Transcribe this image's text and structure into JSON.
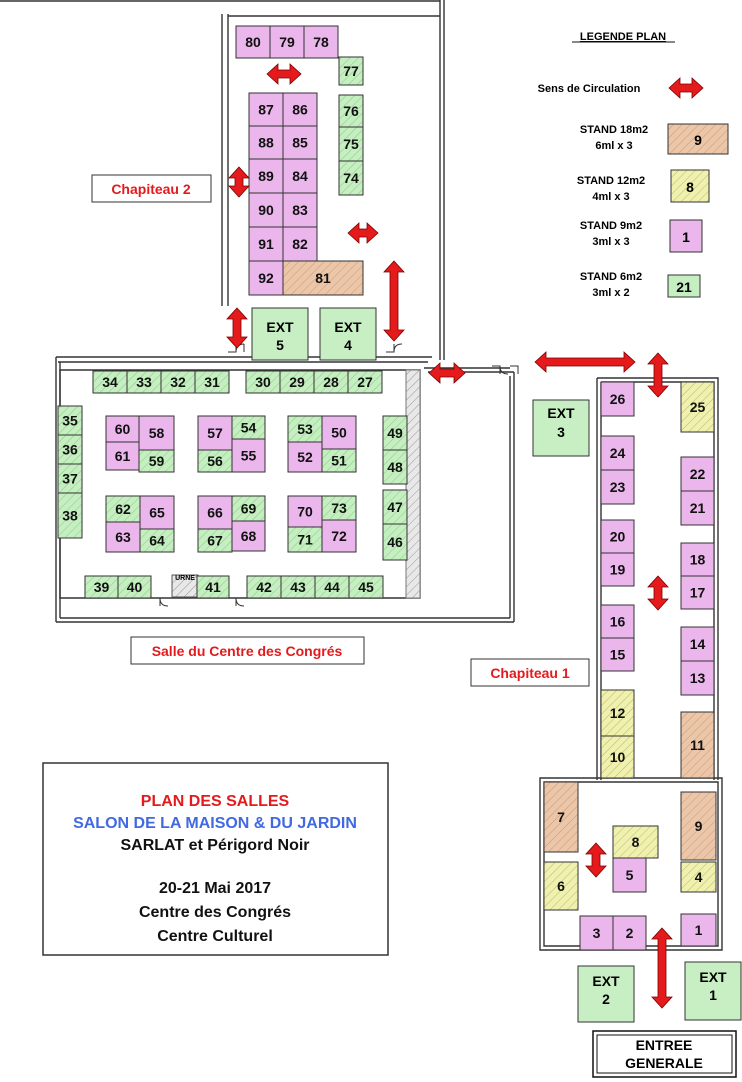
{
  "colors": {
    "stand_9m2": "#EBB6EC",
    "stand_6m2": "#C5EEC1",
    "stand_12m2": "#F1F1AF",
    "stand_18m2": "#EBC6A8",
    "ext": "#C8EFC3",
    "arrow": "#E41A1C",
    "hall_label_text": "#E41A1C",
    "title_red": "#E41A1C",
    "title_blue": "#4169E1"
  },
  "legend": {
    "heading": "LEGENDE PLAN",
    "circulation_label": "Sens de Circulation",
    "items": [
      {
        "line1": "STAND 18m2",
        "line2": "6ml x 3",
        "sample": "9",
        "type": "18m2"
      },
      {
        "line1": "STAND 12m2",
        "line2": "4ml x 3",
        "sample": "8",
        "type": "12m2"
      },
      {
        "line1": "STAND 9m2",
        "line2": "3ml x 3",
        "sample": "1",
        "type": "9m2"
      },
      {
        "line1": "STAND 6m2",
        "line2": "3ml x 2",
        "sample": "21",
        "type": "6m2"
      }
    ]
  },
  "halls": {
    "chapiteau2": "Chapiteau 2",
    "congres": "Salle du Centre des Congrés",
    "chapiteau1": "Chapiteau 1"
  },
  "urne": "URNE",
  "entrance": {
    "line1": "ENTREE",
    "line2": "GENERALE"
  },
  "title_box": {
    "line1": "PLAN DES SALLES",
    "line2": "SALON DE LA MAISON & DU JARDIN",
    "line3": "SARLAT et Périgord Noir",
    "line4": "20-21 Mai 2017",
    "line5": "Centre des Congrés",
    "line6": "Centre Culturel"
  },
  "exterior_stands": [
    {
      "id": "ext5",
      "line1": "EXT",
      "line2": "5"
    },
    {
      "id": "ext4",
      "line1": "EXT",
      "line2": "4"
    },
    {
      "id": "ext3",
      "line1": "EXT",
      "line2": "3"
    },
    {
      "id": "ext2",
      "line1": "EXT",
      "line2": "2"
    },
    {
      "id": "ext1",
      "line1": "EXT",
      "line2": "1"
    }
  ],
  "stands": [
    {
      "num": "80",
      "type": "9m2"
    },
    {
      "num": "79",
      "type": "9m2"
    },
    {
      "num": "78",
      "type": "9m2"
    },
    {
      "num": "77",
      "type": "6m2"
    },
    {
      "num": "76",
      "type": "6m2"
    },
    {
      "num": "75",
      "type": "6m2"
    },
    {
      "num": "74",
      "type": "6m2"
    },
    {
      "num": "87",
      "type": "9m2"
    },
    {
      "num": "86",
      "type": "9m2"
    },
    {
      "num": "88",
      "type": "9m2"
    },
    {
      "num": "85",
      "type": "9m2"
    },
    {
      "num": "89",
      "type": "9m2"
    },
    {
      "num": "84",
      "type": "9m2"
    },
    {
      "num": "90",
      "type": "9m2"
    },
    {
      "num": "83",
      "type": "9m2"
    },
    {
      "num": "91",
      "type": "9m2"
    },
    {
      "num": "82",
      "type": "9m2"
    },
    {
      "num": "92",
      "type": "9m2"
    },
    {
      "num": "81",
      "type": "18m2"
    },
    {
      "num": "34",
      "type": "6m2"
    },
    {
      "num": "33",
      "type": "6m2"
    },
    {
      "num": "32",
      "type": "6m2"
    },
    {
      "num": "31",
      "type": "6m2"
    },
    {
      "num": "30",
      "type": "6m2"
    },
    {
      "num": "29",
      "type": "6m2"
    },
    {
      "num": "28",
      "type": "6m2"
    },
    {
      "num": "27",
      "type": "6m2"
    },
    {
      "num": "35",
      "type": "6m2"
    },
    {
      "num": "36",
      "type": "6m2"
    },
    {
      "num": "37",
      "type": "6m2"
    },
    {
      "num": "38",
      "type": "6m2"
    },
    {
      "num": "49",
      "type": "6m2"
    },
    {
      "num": "48",
      "type": "6m2"
    },
    {
      "num": "47",
      "type": "6m2"
    },
    {
      "num": "46",
      "type": "6m2"
    },
    {
      "num": "60",
      "type": "9m2"
    },
    {
      "num": "61",
      "type": "9m2"
    },
    {
      "num": "58",
      "type": "9m2"
    },
    {
      "num": "59",
      "type": "6m2"
    },
    {
      "num": "54",
      "type": "6m2"
    },
    {
      "num": "57",
      "type": "9m2"
    },
    {
      "num": "56",
      "type": "6m2"
    },
    {
      "num": "55",
      "type": "9m2"
    },
    {
      "num": "53",
      "type": "6m2"
    },
    {
      "num": "52",
      "type": "9m2"
    },
    {
      "num": "50",
      "type": "9m2"
    },
    {
      "num": "51",
      "type": "6m2"
    },
    {
      "num": "62",
      "type": "6m2"
    },
    {
      "num": "63",
      "type": "9m2"
    },
    {
      "num": "65",
      "type": "9m2"
    },
    {
      "num": "64",
      "type": "6m2"
    },
    {
      "num": "66",
      "type": "9m2"
    },
    {
      "num": "67",
      "type": "6m2"
    },
    {
      "num": "69",
      "type": "6m2"
    },
    {
      "num": "68",
      "type": "9m2"
    },
    {
      "num": "70",
      "type": "9m2"
    },
    {
      "num": "71",
      "type": "6m2"
    },
    {
      "num": "73",
      "type": "6m2"
    },
    {
      "num": "72",
      "type": "9m2"
    },
    {
      "num": "39",
      "type": "6m2"
    },
    {
      "num": "40",
      "type": "6m2"
    },
    {
      "num": "41",
      "type": "6m2"
    },
    {
      "num": "42",
      "type": "6m2"
    },
    {
      "num": "43",
      "type": "6m2"
    },
    {
      "num": "44",
      "type": "6m2"
    },
    {
      "num": "45",
      "type": "6m2"
    },
    {
      "num": "26",
      "type": "9m2"
    },
    {
      "num": "24",
      "type": "9m2"
    },
    {
      "num": "23",
      "type": "9m2"
    },
    {
      "num": "20",
      "type": "9m2"
    },
    {
      "num": "19",
      "type": "9m2"
    },
    {
      "num": "16",
      "type": "9m2"
    },
    {
      "num": "15",
      "type": "9m2"
    },
    {
      "num": "12",
      "type": "12m2"
    },
    {
      "num": "10",
      "type": "12m2"
    },
    {
      "num": "25",
      "type": "12m2"
    },
    {
      "num": "22",
      "type": "9m2"
    },
    {
      "num": "21",
      "type": "9m2"
    },
    {
      "num": "18",
      "type": "9m2"
    },
    {
      "num": "17",
      "type": "9m2"
    },
    {
      "num": "14",
      "type": "9m2"
    },
    {
      "num": "13",
      "type": "9m2"
    },
    {
      "num": "11",
      "type": "18m2"
    },
    {
      "num": "7",
      "type": "18m2"
    },
    {
      "num": "9",
      "type": "18m2"
    },
    {
      "num": "8",
      "type": "12m2"
    },
    {
      "num": "6",
      "type": "12m2"
    },
    {
      "num": "5",
      "type": "9m2"
    },
    {
      "num": "4",
      "type": "12m2"
    },
    {
      "num": "3",
      "type": "9m2"
    },
    {
      "num": "2",
      "type": "9m2"
    },
    {
      "num": "1",
      "type": "9m2"
    }
  ]
}
